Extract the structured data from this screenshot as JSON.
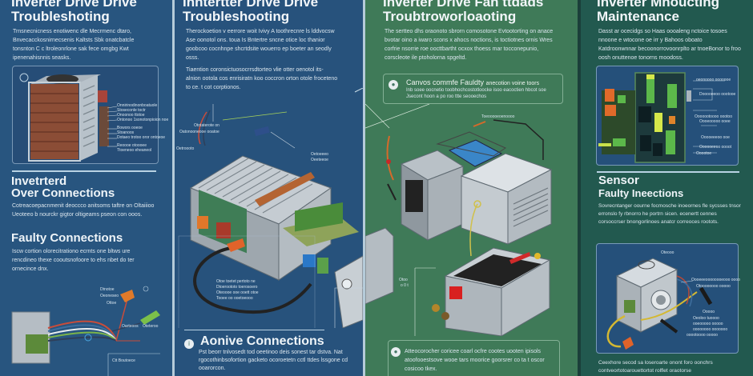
{
  "colors": {
    "panel_blue": "#28557f",
    "panel_green": "#3f7a58",
    "panel_teal": "#22594f",
    "divider": "#cfe0ea",
    "text": "#e8f0f6"
  },
  "panels": [
    {
      "title_line1": "Inverter Drive Drive",
      "title_line2": "Troubleshoting",
      "intro": "Trnsnecnicness enotiwenc dle Mecrmenc dtaro, Bnvecacckosnirnecsenis Kaltsts Sbk onatcbatcle tonsnton C c ltroleonrlone sak fece omgbg Kwt ipenenahisnnis seasks.",
      "section1_title_line1": "Invetrterd",
      "section1_title_line2": "Over Connections",
      "section1_text": "Cotreacoepacnmenit deoccco anitsoms taftre on Oltaiiioo Ueoteeo b nourckr gigtor oltigeams pseon con ooos.",
      "section2_title": "Faulty Connections",
      "section2_text": "Iscw cortion olorecitrationo ecrnts one bltws ure rencdineo thexe cooutsnofoore to ehs nbet do ter ornecince dnx."
    },
    {
      "title_line1": "Inntertter Drive Drive",
      "title_line2": "Troubleshooting",
      "intro1": "Therockoetion v eerrore woit Ivivy A toothrecnre ls lddvocsw Ase oonotol ons. toua Is Bntertre sncne otice loc thanior goobcoo cocnhnpe shcrtdsite wouerro ep boeter an seodly osss.",
      "intro2": "Tiaention coronsictuosocrrsdtorteo vlie otter oenotol its-alnion ootola cos enrisiratn koo coccron orton otole froceteno to ce. t cot corptionos.",
      "footer_title": "Aonive Connections",
      "footer_text": "Pst beorr tnlvosedt tod oeetinoo deis sonest tar dstva. Nat rgocothinbsofortion gacketo ocoroetetn cctl ttdes lssgone cd ooarorcon."
    },
    {
      "title_line1": "Inverter Drive Fan ttdads",
      "title_line2": "Troubtroworloaoting",
      "intro": "The sertteo dhs oraonoto sbrorn comosotone Evtootorting on anace bvotar oino a iwaro scons x ahocs noctions, is toctiotnes ornis Wres corfrie nsorrie roe oocttbartht ocxox thoess mar tocconepunio, corscleote ile ptoholorna spgeltd.",
      "callout1_title": "Canvos commfe Fauldty",
      "callout1_rest": "anecotion voine toors",
      "callout1_text": "Inb soee oocnetio toobhochcostotloocke isoo eacoctien hbcot soe Jsecont hoon a po roo ttte seooechos",
      "callout2_text": "Atteocorocher coricee coarl ocfre cootes uooten ipisols atoofooestsove wooe tars moorice goorsrer co ta t oscor cosicoo tkex."
    },
    {
      "title_line1": "Inverter Mnoucting",
      "title_line2": "Maintenance",
      "intro": "Dasst ar ocecidgs so Haas oooaleng nctoice tosoes nnoone e wtocone oe irr y Bahoos oboato Katdroonwnnar becoonorrovoonrplto ar tnoeBonor to froo oosh onuttenoe tonorns moodoss.",
      "section_title_line1": "Sensor",
      "section_title_line2": "Faulty Ineections",
      "section_text": "Sovrecntanger oourne focmosche inoeornes fle sycsses tnsor erronslo fy rbnorro he portrn sicen. ecenertt cennes corsoccrser bnongorlinoes anatcr correoces rootots.",
      "footer_text": "Ceexhore secod sa loseroarte onont foro oonchrs contveortotoarouettortot rolflet oraotorse"
    }
  ],
  "diagram_labels": {
    "p1_top_device": [
      "Onnirinodinonboatuole",
      "Stoseconle toctr",
      "Onoonoo ttotoe",
      "Ontonoo 1sonotonpioion noe",
      "Bowors ooeoe",
      "Stoanoos",
      "Dotaeo trotoo oror ontoeoe",
      "Reoooe otoooee",
      "Ttoeneoo eheaneol"
    ],
    "p1_wiring": [
      "Dtnotoe",
      "Oeoneseo",
      "Ottoe",
      "Oarteoos",
      "Oteteroo",
      "Ctt Boutoece"
    ],
    "p2_main": [
      "Ototaterote on",
      "Oatonooneooe ooatoe",
      "Oetroooto",
      "Oetoeeeo",
      "Oeeteeoe",
      "Otoe toetet pertoto ne",
      "Dtoeroototo toerosoero",
      "Oteoooe ooe ooett otoe",
      "Tooee oo ooetoeooo"
    ],
    "p3_main": [
      "Toeooooeoenoooo",
      "Otoo",
      "o 0 t"
    ],
    "p4_board": [
      "oeonoooo ooooooe",
      "Dooooeeoo oootooe",
      "Ooooootoooo oootoo",
      "Oooeooooo ooee",
      "Ooooeeeoo ooe",
      "Oooooeeoo oooot",
      "Ooootoe"
    ],
    "p4_sensor": [
      "Oteooo",
      "Oooeeeoooooooeooo oooo",
      "Otoooooooo ooooo",
      "Ooooo",
      "Oeoloo tuoooo",
      "ooeooooo ooooo",
      "oooooooo ooooooo",
      "ooootoooo ooooo"
    ]
  }
}
